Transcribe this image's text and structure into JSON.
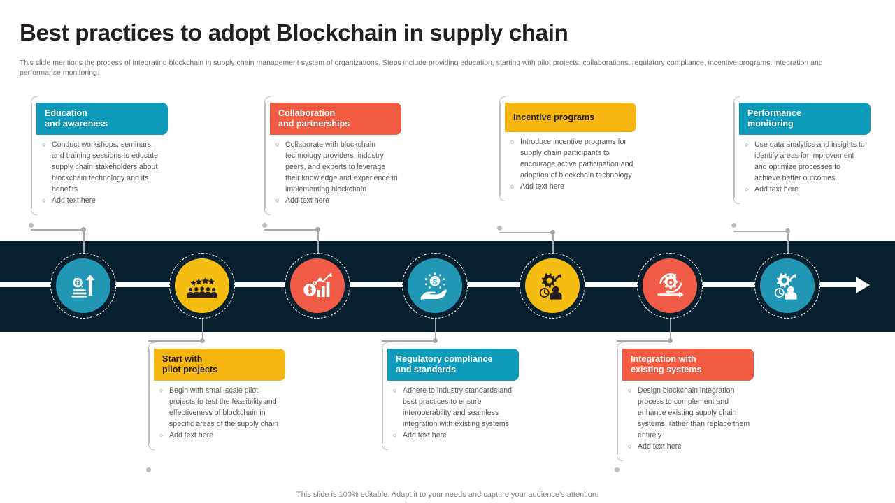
{
  "header": {
    "title": "Best practices to adopt Blockchain in supply chain",
    "subtitle": "This slide mentions the process of integrating blockchain in supply chain management system of organizations. Steps include providing education, starting with pilot projects, collaborations, regulatory compliance, incentive programs, integration and performance monitoring."
  },
  "footer": {
    "note": "This slide is 100% editable. Adapt it to your needs and capture your audience's attention."
  },
  "colors": {
    "teal": "#0e9bba",
    "teal_node": "#2196b5",
    "red": "#f15b41",
    "red_node": "#ef5b47",
    "yellow": "#f5b611",
    "yellow_node": "#f5bc12",
    "band": "#06212d",
    "connector": "#a7a9ac",
    "title_text": "#231f20",
    "body_text": "#58595b"
  },
  "steps": [
    {
      "id": "education-and-awareness",
      "title_line1": "Education",
      "title_line2": "and awareness",
      "color": "#0e9bba",
      "node_color": "#2196b5",
      "icon": "money-growth-icon",
      "icon_tone": "light",
      "position": "top",
      "bullets": [
        "Conduct workshops, seminars, and training sessions to educate supply chain stakeholders about blockchain technology and its benefits",
        "Add text here"
      ]
    },
    {
      "id": "start-with-pilot-projects",
      "title_line1": "Start with",
      "title_line2": "pilot projects",
      "color": "#f5b611",
      "node_color": "#f5bc12",
      "icon": "team-rating-icon",
      "icon_tone": "dark",
      "position": "bottom",
      "bullets": [
        "Begin with small-scale pilot projects to test the feasibility and effectiveness of blockchain in specific areas of the supply chain",
        "Add text here"
      ]
    },
    {
      "id": "collaboration-and-partnerships",
      "title_line1": "Collaboration",
      "title_line2": "and partnerships",
      "color": "#f15b41",
      "node_color": "#ef5b47",
      "icon": "growth-chart-icon",
      "icon_tone": "light",
      "position": "top",
      "bullets": [
        "Collaborate with blockchain technology providers, industry peers, and experts to leverage their knowledge and experience in implementing blockchain",
        "Add text here"
      ]
    },
    {
      "id": "regulatory-compliance-and-standards",
      "title_line1": "Regulatory compliance",
      "title_line2": "and standards",
      "color": "#0e9bba",
      "node_color": "#2196b5",
      "icon": "hand-money-icon",
      "icon_tone": "light",
      "position": "bottom",
      "bullets": [
        "Adhere to industry standards and best practices to ensure interoperability and seamless integration with existing systems",
        "Add text here"
      ]
    },
    {
      "id": "incentive-programs",
      "title_line1": "Incentive programs",
      "title_line2": "",
      "color": "#f5b611",
      "node_color": "#f5bc12",
      "icon": "gear-person-icon",
      "icon_tone": "dark",
      "position": "top",
      "bullets": [
        "Introduce incentive programs for supply chain participants to encourage active participation and adoption of blockchain technology",
        "Add text here"
      ]
    },
    {
      "id": "integration-with-existing-systems",
      "title_line1": "Integration with",
      "title_line2": "existing systems",
      "color": "#f15b41",
      "node_color": "#ef5b47",
      "icon": "gear-cycle-icon",
      "icon_tone": "light",
      "position": "bottom",
      "bullets": [
        "Design blockchain integration process to complement and enhance existing supply chain systems, rather than replace them entirely",
        "Add text here"
      ]
    },
    {
      "id": "performance-monitoring",
      "title_line1": "Performance",
      "title_line2": "monitoring",
      "color": "#0e9bba",
      "node_color": "#2196b5",
      "icon": "gear-analytics-person-icon",
      "icon_tone": "light",
      "position": "top",
      "bullets": [
        "Use data analytics and insights to identify areas for improvement and optimize processes to achieve better outcomes",
        "Add text here"
      ]
    }
  ]
}
